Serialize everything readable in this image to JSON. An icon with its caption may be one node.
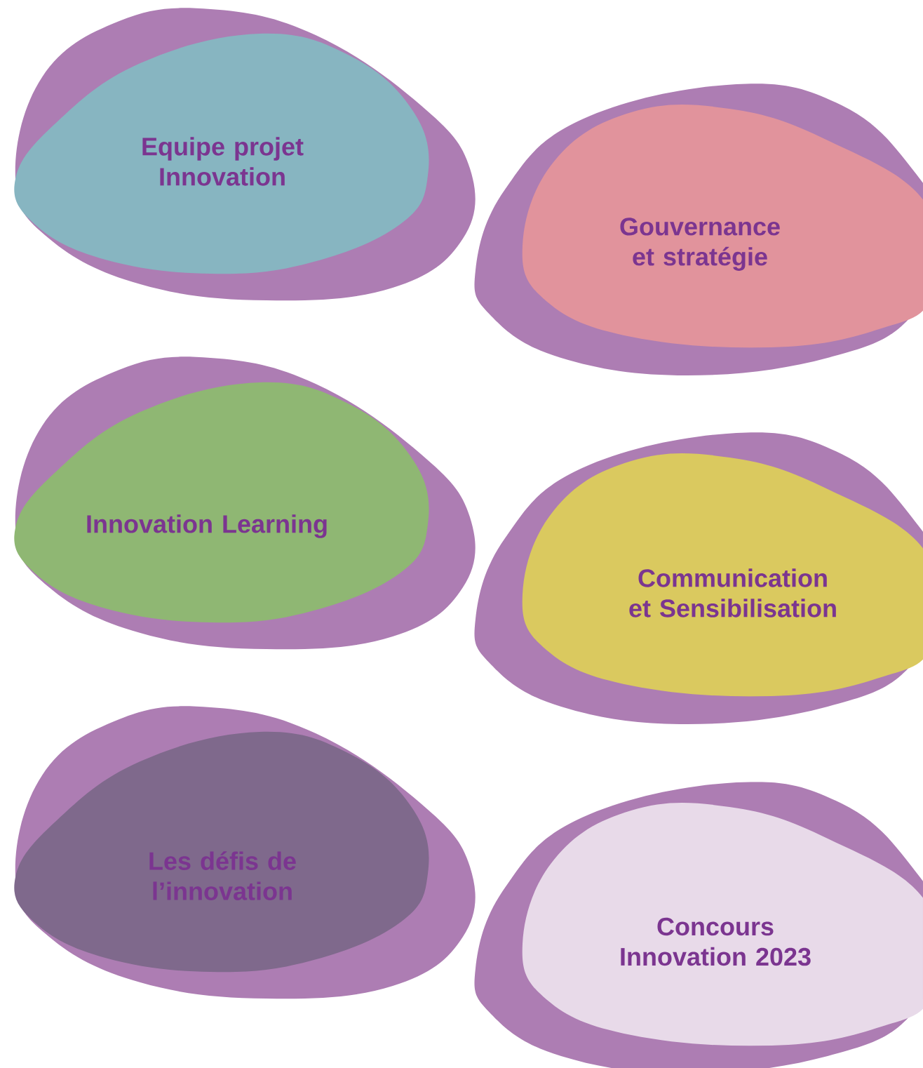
{
  "diagram": {
    "nodes": [
      {
        "text": [
          "Equipe projet Innovation"
        ]
      },
      {
        "text": [
          "Gouvernance et stratégie"
        ]
      },
      {
        "text": [
          "Innovation Learning"
        ]
      },
      {
        "text": [
          "Communication et Sensibilisation"
        ]
      },
      {
        "text": [
          "Les défis de l’innovation"
        ]
      },
      {
        "text": [
          "Concours Innovation 2023"
        ]
      }
    ]
  }
}
